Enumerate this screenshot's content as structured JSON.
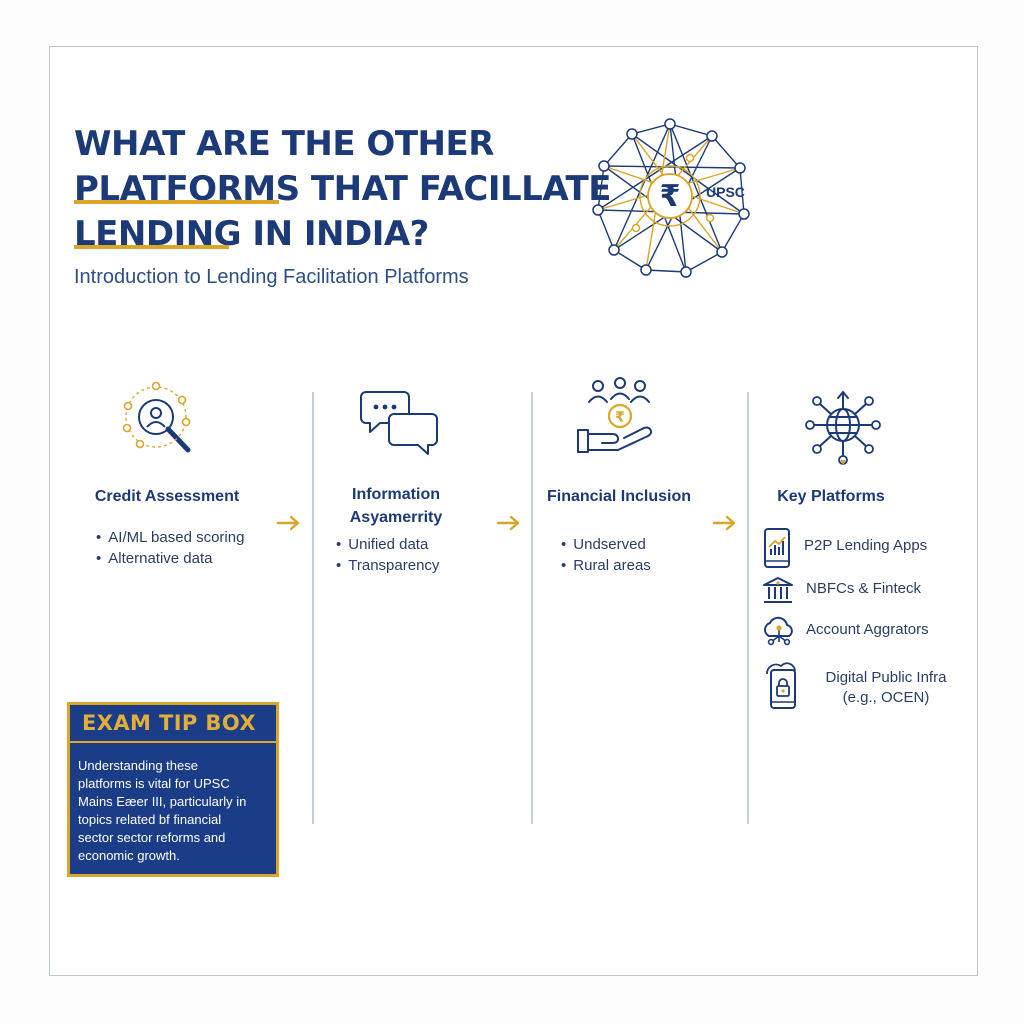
{
  "title_lines": [
    "WHAT ARE THE OTHER",
    "PLATFORMS THAT FACILLATE",
    "LENDING IN INDIA?"
  ],
  "subtitle": "Introduction to Lending Facilitation Platforms",
  "logo": {
    "symbol": "₹",
    "label": "UPSC"
  },
  "columns": [
    {
      "icon": "magnifier-person-network-icon",
      "title": "Credit Assessment",
      "bullets": [
        "AI/ML based scoring",
        "Alternative data"
      ]
    },
    {
      "icon": "chat-bubbles-icon",
      "title": "Information Asyamerrity",
      "bullets": [
        "Unified data",
        "Transparency"
      ]
    },
    {
      "icon": "hand-rupee-coin-people-icon",
      "title": "Financial Inclusion",
      "bullets": [
        "Undserved",
        "Rural areas"
      ]
    },
    {
      "icon": "globe-network-icon",
      "title": "Key Platforms",
      "items": [
        {
          "icon": "phone-chart-icon",
          "label": "P2P Lending Apps"
        },
        {
          "icon": "bank-building-icon",
          "label": "NBFCs & Finteck"
        },
        {
          "icon": "cloud-share-icon",
          "label": "Account Aggrators"
        },
        {
          "icon": "phone-lock-icon",
          "label": "Digital Public Infra",
          "label2": "(e.g., OCEN)"
        }
      ]
    }
  ],
  "exam_tip": {
    "heading": "EXAM TIP BOX",
    "lines": [
      "Understanding these",
      "platforms is vital for UPSC",
      "Mains Eæer III, particularly in",
      "topics related bf financial",
      "sector sector reforms and",
      "economic growth."
    ]
  },
  "colors": {
    "navy": "#1c3a78",
    "gold": "#d9a62a",
    "tip_bg": "#1b3c87"
  }
}
